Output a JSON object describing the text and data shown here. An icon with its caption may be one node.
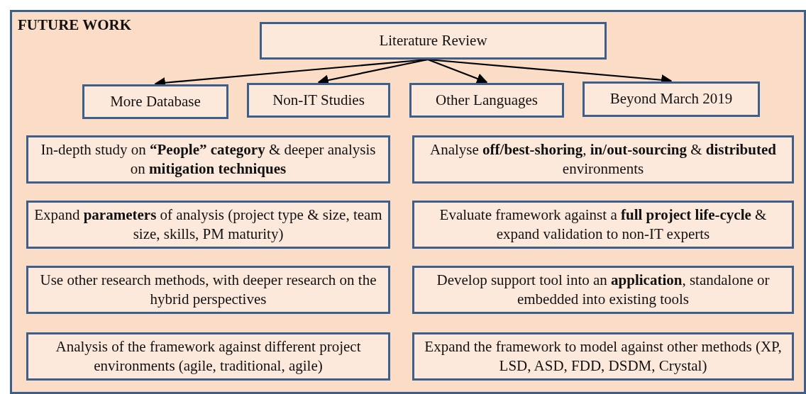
{
  "diagram": {
    "nodes": [
      {
        "text": [
          "FUTURE WORK"
        ]
      },
      {
        "text": [
          "Literature Review"
        ],
        "in": 0
      },
      {
        "text": [
          "More Database"
        ],
        "in": 0
      },
      {
        "text": [
          "Non-IT Studies"
        ],
        "in": 0
      },
      {
        "text": [
          "Other Languages"
        ],
        "in": 0
      },
      {
        "text": [
          "Beyond March 2019"
        ],
        "in": 0
      },
      {
        "text": [
          "In-depth study on **“People” category** & deeper analysis on **mitigation techniques**"
        ],
        "in": 0
      },
      {
        "text": [
          "Analyse **off/best-shoring**, **in/out-sourcing** & **distributed** environments"
        ],
        "in": 0
      },
      {
        "text": [
          "Expand **parameters** of analysis (project type & size, team size, skills, PM maturity)"
        ],
        "in": 0
      },
      {
        "text": [
          "Evaluate framework against a **full project life-cycle** & expand validation to non-IT experts"
        ],
        "in": 0
      },
      {
        "text": [
          "Use other research methods, with deeper research on the hybrid perspectives"
        ],
        "in": 0
      },
      {
        "text": [
          "Develop support tool into an **application**, standalone or embedded into existing tools"
        ],
        "in": 0
      },
      {
        "text": [
          "Analysis of the framework against different project environments (agile, traditional, agile)"
        ],
        "in": 0
      },
      {
        "text": [
          "Expand the framework to model against other methods (XP, LSD, ASD, FDD, DSDM, Crystal)"
        ],
        "in": 0
      }
    ],
    "edges": [
      {
        "from": 1,
        "to": 2,
        "arrow": "to"
      },
      {
        "from": 1,
        "to": 3,
        "arrow": "to"
      },
      {
        "from": 1,
        "to": 4,
        "arrow": "to"
      },
      {
        "from": 1,
        "to": 5,
        "arrow": "to"
      }
    ]
  }
}
